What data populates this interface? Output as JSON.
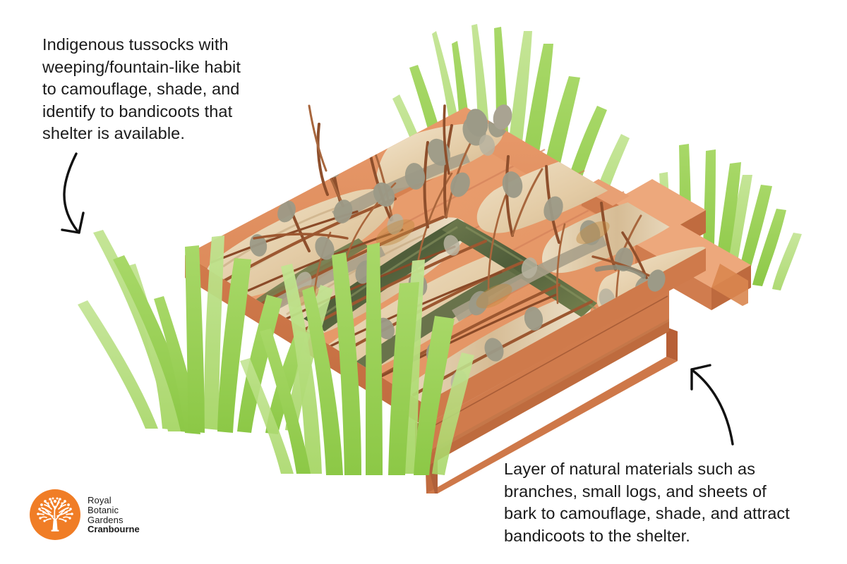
{
  "page": {
    "title": "Bandicoot shelter construction diagram",
    "background_color": "#FFFFFF"
  },
  "annotations": {
    "top_left": {
      "id": "tussock-annotation",
      "text": "Indigenous tussocks with\nweeping/fountain-like habit\nto camouflage, shade, and\nidentify to bandicoots that\nshelter is available.",
      "arrow": "curved-arrow-down-right"
    },
    "bottom_right": {
      "id": "materials-annotation",
      "text": "Layer of natural materials such as\nbranches, small logs, and sheets of\nbark to camouflage, shade, and attract\nbandicoots to the shelter.",
      "arrow": "curved-arrow-up-left"
    }
  },
  "logo": {
    "mark": "tree-icon",
    "line1": "Royal",
    "line2": "Botanic",
    "line3": "Gardens",
    "line4": "Cranbourne",
    "circle_color": "#F07D26",
    "mark_color": "#FFFFFF"
  },
  "illustration": {
    "name": "isometric-bandicoot-shelter",
    "description": "Isometric timber pallet platform covered with a layer of bark sheets, small logs, branches and leaf litter, surrounded by clumps of native tussock grass.",
    "elements": [
      "timber-frame",
      "debris-layer",
      "grass-tussock-left",
      "grass-tussock-front",
      "grass-tussock-back",
      "grass-tussock-right"
    ],
    "colors": {
      "wood_top": "#E59464",
      "wood_top_light": "#EDA475",
      "wood_side": "#D0794A",
      "wood_side_dark": "#C06B3F",
      "wood_shadow": "#B75F36",
      "grass_mid": "#92CC4E",
      "grass_light": "#B2DD79",
      "grass_dark": "#7FC03F",
      "bark_pale": "#E8D3B4",
      "bark_cream": "#F1E2C9",
      "twig_rust": "#A05A32",
      "twig_brown": "#7E4B2A",
      "log_moss": "#5C6A42",
      "leaf_grey": "#A9A392",
      "ink": "#1A1A1A"
    }
  }
}
